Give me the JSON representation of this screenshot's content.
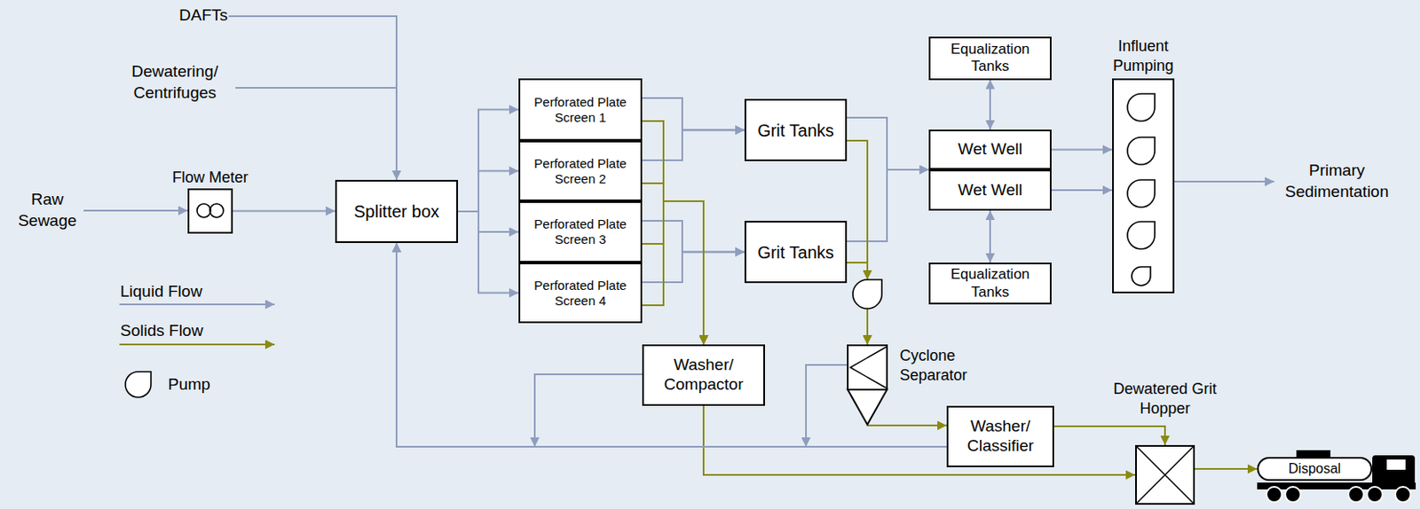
{
  "diagram": {
    "nodes": [
      {
        "text": [
          "Flow Meter"
        ]
      },
      {
        "text": [
          "Splitter box"
        ]
      },
      {
        "text": [
          "Perforated Plate Screen 1"
        ]
      },
      {
        "text": [
          "Perforated Plate Screen 2"
        ]
      },
      {
        "text": [
          "Perforated Plate Screen 3"
        ]
      },
      {
        "text": [
          "Perforated Plate Screen 4"
        ]
      },
      {
        "text": [
          "Grit Tanks"
        ]
      },
      {
        "text": [
          "Grit Tanks"
        ]
      },
      {
        "text": [
          "Equalization Tanks"
        ]
      },
      {
        "text": [
          "Wet Well"
        ]
      },
      {
        "text": [
          "Wet Well"
        ]
      },
      {
        "text": [
          "Equalization Tanks"
        ]
      },
      {
        "text": [
          "Influent Pumping"
        ]
      },
      {
        "text": [
          "Washer/ Compactor"
        ]
      },
      {
        "text": [
          "Cyclone Separator"
        ]
      },
      {
        "text": [
          "Washer/ Classifier"
        ]
      },
      {
        "text": [
          "Dewatered Grit Hopper"
        ]
      },
      {
        "text": [
          "Disposal"
        ]
      }
    ],
    "edges": [
      {
        "from": 0,
        "to": 1,
        "arrow": "to"
      },
      {
        "from": 1,
        "to": 2,
        "arrow": "to"
      },
      {
        "from": 1,
        "to": 3,
        "arrow": "to"
      },
      {
        "from": 1,
        "to": 4,
        "arrow": "to"
      },
      {
        "from": 1,
        "to": 5,
        "arrow": "to"
      },
      {
        "from": 2,
        "to": 6,
        "arrow": "to"
      },
      {
        "from": 3,
        "to": 6,
        "arrow": "to"
      },
      {
        "from": 4,
        "to": 7,
        "arrow": "to"
      },
      {
        "from": 5,
        "to": 7,
        "arrow": "to"
      },
      {
        "from": 6,
        "to": 9,
        "arrow": "to"
      },
      {
        "from": 7,
        "to": 9,
        "arrow": "to"
      },
      {
        "from": 8,
        "to": 9,
        "arrow": "both"
      },
      {
        "from": 11,
        "to": 10,
        "arrow": "both"
      },
      {
        "from": 9,
        "to": 12,
        "arrow": "to"
      },
      {
        "from": 10,
        "to": 12,
        "arrow": "to"
      },
      {
        "from": 2,
        "to": 13,
        "arrow": "to"
      },
      {
        "from": 3,
        "to": 13,
        "arrow": "to"
      },
      {
        "from": 4,
        "to": 13,
        "arrow": "to"
      },
      {
        "from": 5,
        "to": 13,
        "arrow": "to"
      },
      {
        "from": 6,
        "to": 14,
        "arrow": "to"
      },
      {
        "from": 7,
        "to": 14,
        "arrow": "to"
      },
      {
        "from": 14,
        "to": 15,
        "arrow": "to"
      },
      {
        "from": 13,
        "to": 16,
        "arrow": "to"
      },
      {
        "from": 15,
        "to": 16,
        "arrow": "to"
      },
      {
        "from": 16,
        "to": 17,
        "arrow": "to"
      },
      {
        "from": 13,
        "to": 1,
        "arrow": "to"
      },
      {
        "from": 14,
        "to": 1,
        "arrow": "to"
      },
      {
        "from": 15,
        "to": 1,
        "arrow": "to"
      }
    ],
    "labels": [
      "DAFTs",
      "Dewatering/ Centrifuges",
      "Raw Sewage",
      "Primary Sedimentation"
    ],
    "legend": [
      {
        "text": "Liquid Flow"
      },
      {
        "text": "Solids Flow"
      },
      {
        "text": "Pump"
      }
    ]
  }
}
